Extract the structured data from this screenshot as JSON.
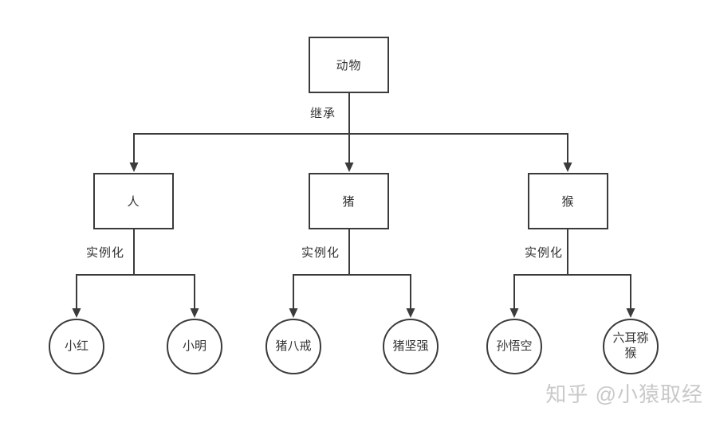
{
  "diagram": {
    "root": {
      "label": "动物"
    },
    "edge_labels": {
      "inherit": "继承",
      "instantiate": "实例化"
    },
    "classes": [
      {
        "label": "人",
        "instances": [
          "小红",
          "小明"
        ]
      },
      {
        "label": "猪",
        "instances": [
          "猪八戒",
          "猪坚强"
        ]
      },
      {
        "label": "猴",
        "instances": [
          "孙悟空",
          "六耳猕猴"
        ]
      }
    ]
  },
  "watermark": "知乎 @小猿取经",
  "colors": {
    "background": "#ffffff",
    "line": "#3b3b3b",
    "node_fill": "#ffffff",
    "node_text": "#333333",
    "watermark_text": "#c9c9c9"
  }
}
